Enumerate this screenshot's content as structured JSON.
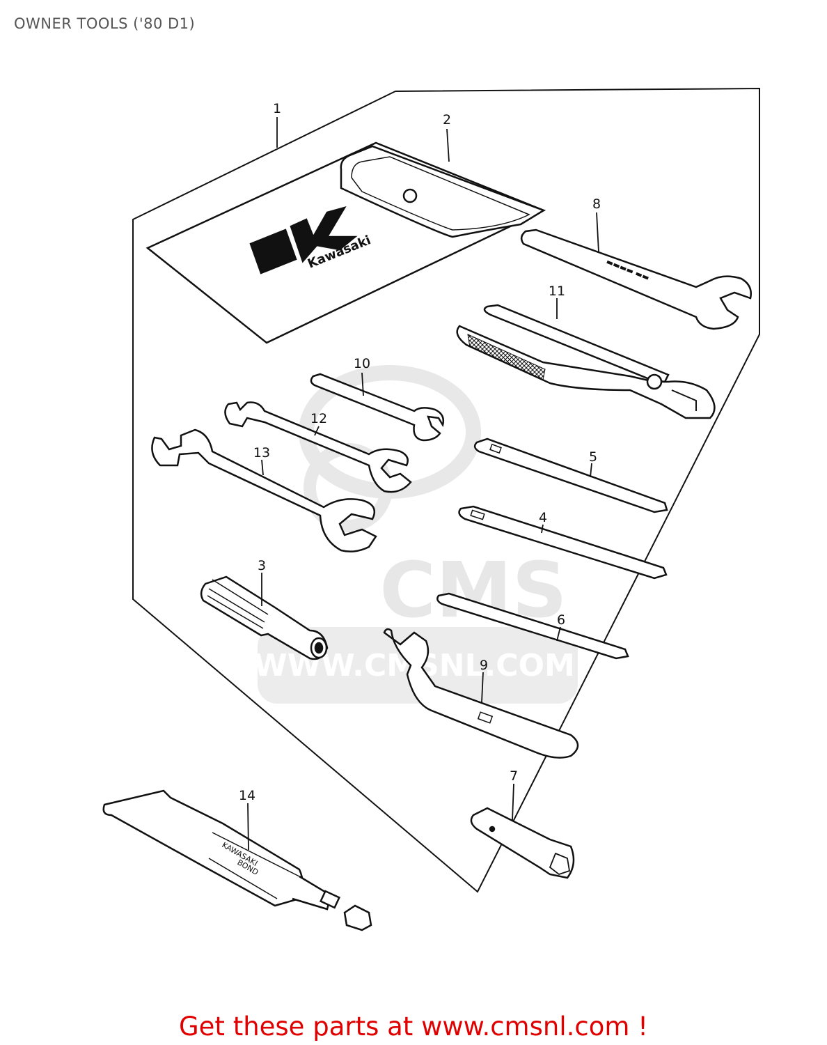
{
  "title": "OWNER TOOLS ('80 D1)",
  "footer": "Get these parts at www.cmsnl.com !",
  "watermark": {
    "logo": "CMS",
    "url": "WWW.CMSNL.COM"
  },
  "pouch_logo": "Kawasaki",
  "tube_label": [
    "KAWASAKI",
    "BOND"
  ],
  "callouts": [
    {
      "id": "1",
      "part": "tool-kit-assembly"
    },
    {
      "id": "2",
      "part": "tool-bag"
    },
    {
      "id": "3",
      "part": "socket-wrench-handle"
    },
    {
      "id": "4",
      "part": "screwdriver-flat"
    },
    {
      "id": "5",
      "part": "screwdriver-phillips"
    },
    {
      "id": "6",
      "part": "screwdriver-phillips-small"
    },
    {
      "id": "7",
      "part": "spark-plug-wrench"
    },
    {
      "id": "8",
      "part": "open-end-wrench-single"
    },
    {
      "id": "9",
      "part": "hook-spanner"
    },
    {
      "id": "10",
      "part": "open-end-wrench-small"
    },
    {
      "id": "11",
      "part": "pliers"
    },
    {
      "id": "12",
      "part": "double-open-end-wrench"
    },
    {
      "id": "13",
      "part": "double-open-end-wrench-large"
    },
    {
      "id": "14",
      "part": "bond-tube"
    }
  ],
  "colors": {
    "footer": "#e00000",
    "title": "#555555",
    "watermark": "#d9d9d9"
  }
}
